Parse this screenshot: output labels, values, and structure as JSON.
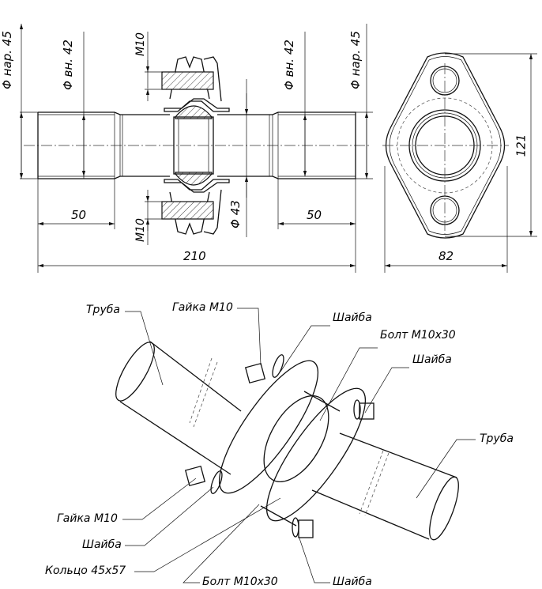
{
  "dimensions": {
    "outer_dia_left": "Φ нар. 45",
    "inner_dia_left": "Φ вн. 42",
    "bolt_top": "M10",
    "bolt_bottom": "M10",
    "ring_dia": "Φ 43",
    "inner_dia_right": "Φ вн. 42",
    "outer_dia_right": "Φ нар. 45",
    "len_left": "50",
    "len_right": "50",
    "total_length": "210",
    "flange_width": "82",
    "flange_height": "121"
  },
  "callouts": {
    "pipe_left": "Труба",
    "nut_top": "Гайка M10",
    "washer_top": "Шайба",
    "bolt_top": "Болт M10x30",
    "washer_top_right": "Шайба",
    "pipe_right": "Труба",
    "nut_bottom": "Гайка M10",
    "washer_bottom": "Шайба",
    "ring": "Кольцо 45x57",
    "bolt_bottom": "Болт M10x30",
    "washer_bottom_right": "Шайба"
  }
}
